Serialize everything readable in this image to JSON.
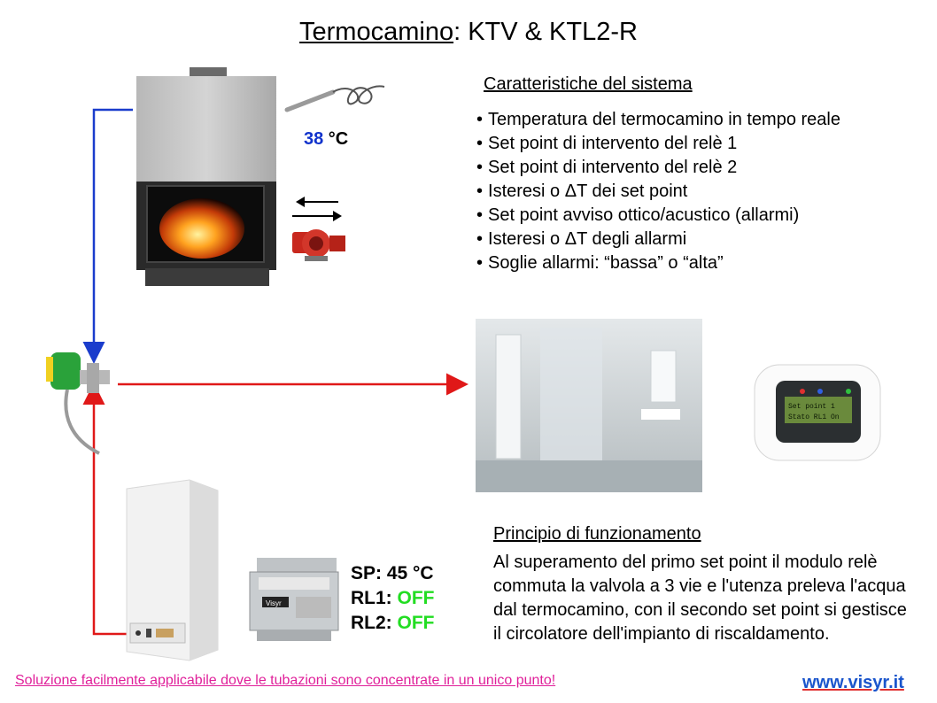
{
  "title": {
    "main": "Termocamino",
    "rest": ": KTV & KTL2-R"
  },
  "features": {
    "heading": "Caratteristiche del sistema",
    "items": [
      "Temperatura del termocamino in tempo reale",
      "Set point di intervento del relè 1",
      "Set point di intervento del relè 2",
      "Isteresi o ΔT dei set point",
      "Set point avviso ottico/acustico (allarmi)",
      "Isteresi o ΔT degli allarmi",
      "Soglie allarmi: “bassa” o “alta”"
    ]
  },
  "sensor": {
    "value": "38",
    "unit": " °C"
  },
  "relay_status": {
    "sp_label": "SP: ",
    "sp_value": "45 °C",
    "rl1_label": "RL1: ",
    "rl1_value": "OFF",
    "rl2_label": "RL2: ",
    "rl2_value": "OFF"
  },
  "principle": {
    "heading": "Principio di funzionamento",
    "text": "Al superamento del primo set point il modulo relè commuta la valvola a 3 vie e l'utenza preleva l'acqua dal termocamino, con il secondo set point si gestisce il circolatore dell'impianto di riscaldamento."
  },
  "display": {
    "line1": "Set point 1",
    "line2": "Stato RL1  On"
  },
  "module": {
    "brand": "Visyr"
  },
  "footer": {
    "note": "Soluzione facilmente applicabile dove le tubazioni sono concentrate in un unico punto!",
    "website": "www.visyr.it"
  },
  "colors": {
    "cold_pipe": "#1a3ccc",
    "hot_pipe": "#e01818",
    "off_status": "#22dd22",
    "note": "#e0209a",
    "link": "#1a55cc"
  }
}
